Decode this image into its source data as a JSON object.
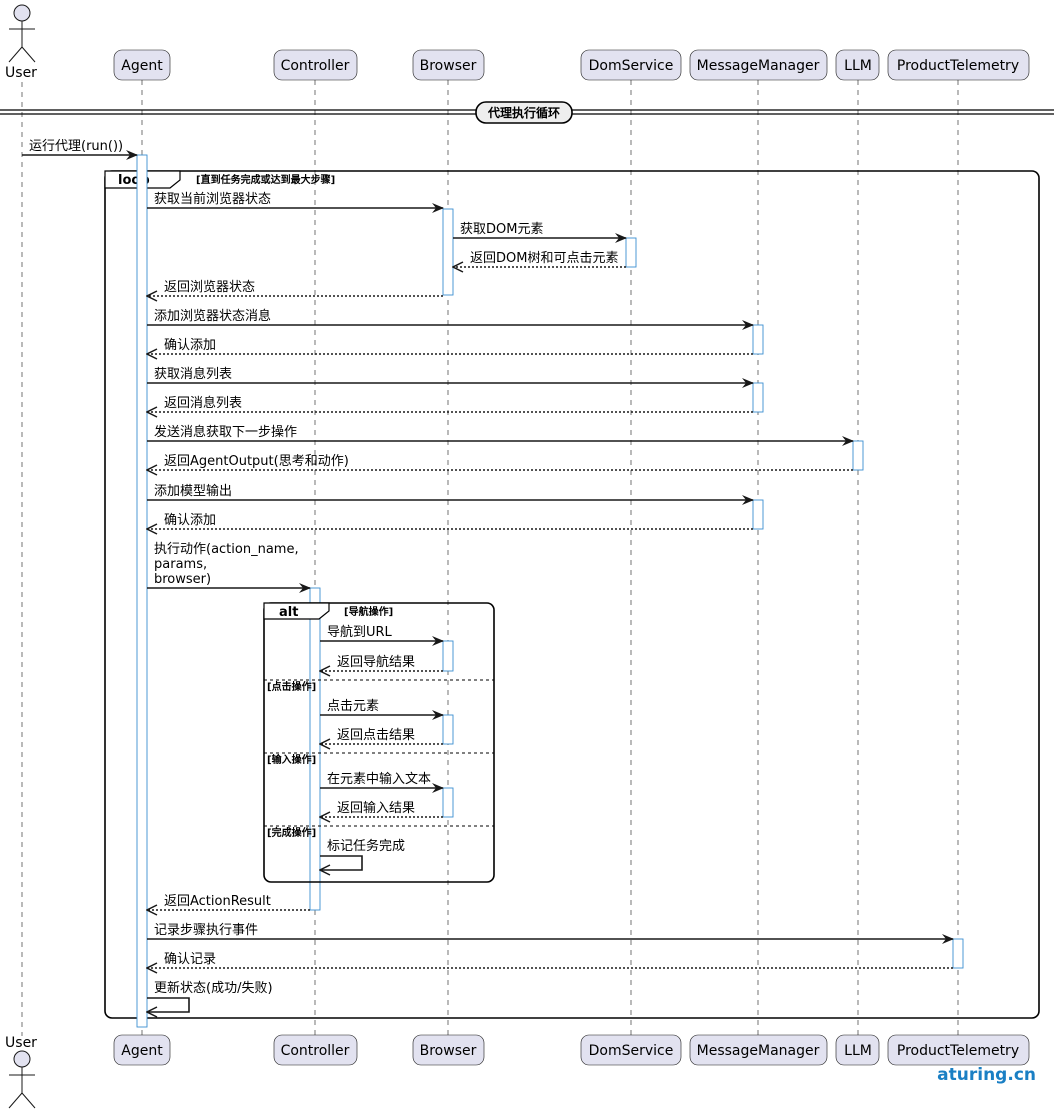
{
  "participants": {
    "user": "User",
    "agent": "Agent",
    "controller": "Controller",
    "browser": "Browser",
    "domservice": "DomService",
    "messagemanager": "MessageManager",
    "llm": "LLM",
    "producttelemetry": "ProductTelemetry"
  },
  "separator": "代理执行循环",
  "loop": {
    "keyword": "loop",
    "guard": "[直到任务完成或达到最大步骤]"
  },
  "alt": {
    "keyword": "alt",
    "guards": [
      "[导航操作]",
      "[点击操作]",
      "[输入操作]",
      "[完成操作]"
    ]
  },
  "messages": [
    {
      "from": "user",
      "to": "agent",
      "text": "运行代理(run())",
      "type": "sync"
    },
    {
      "from": "agent",
      "to": "browser",
      "text": "获取当前浏览器状态",
      "type": "sync"
    },
    {
      "from": "browser",
      "to": "domservice",
      "text": "获取DOM元素",
      "type": "sync"
    },
    {
      "from": "domservice",
      "to": "browser",
      "text": "返回DOM树和可点击元素",
      "type": "reply"
    },
    {
      "from": "browser",
      "to": "agent",
      "text": "返回浏览器状态",
      "type": "reply"
    },
    {
      "from": "agent",
      "to": "messagemanager",
      "text": "添加浏览器状态消息",
      "type": "sync"
    },
    {
      "from": "messagemanager",
      "to": "agent",
      "text": "确认添加",
      "type": "reply"
    },
    {
      "from": "agent",
      "to": "messagemanager",
      "text": "获取消息列表",
      "type": "sync"
    },
    {
      "from": "messagemanager",
      "to": "agent",
      "text": "返回消息列表",
      "type": "reply"
    },
    {
      "from": "agent",
      "to": "llm",
      "text": "发送消息获取下一步操作",
      "type": "sync"
    },
    {
      "from": "llm",
      "to": "agent",
      "text": "返回AgentOutput(思考和动作)",
      "type": "reply"
    },
    {
      "from": "agent",
      "to": "messagemanager",
      "text": "添加模型输出",
      "type": "sync"
    },
    {
      "from": "messagemanager",
      "to": "agent",
      "text": "确认添加",
      "type": "reply"
    },
    {
      "from": "agent",
      "to": "controller",
      "text": "执行动作(action_name,\nparams,\nbrowser)",
      "type": "sync"
    },
    {
      "from": "controller",
      "to": "browser",
      "text": "导航到URL",
      "type": "sync"
    },
    {
      "from": "browser",
      "to": "controller",
      "text": "返回导航结果",
      "type": "reply"
    },
    {
      "from": "controller",
      "to": "browser",
      "text": "点击元素",
      "type": "sync"
    },
    {
      "from": "browser",
      "to": "controller",
      "text": "返回点击结果",
      "type": "reply"
    },
    {
      "from": "controller",
      "to": "browser",
      "text": "在元素中输入文本",
      "type": "sync"
    },
    {
      "from": "browser",
      "to": "controller",
      "text": "返回输入结果",
      "type": "reply"
    },
    {
      "from": "controller",
      "to": "controller",
      "text": "标记任务完成",
      "type": "self"
    },
    {
      "from": "controller",
      "to": "agent",
      "text": "返回ActionResult",
      "type": "reply"
    },
    {
      "from": "agent",
      "to": "producttelemetry",
      "text": "记录步骤执行事件",
      "type": "sync"
    },
    {
      "from": "producttelemetry",
      "to": "agent",
      "text": "确认记录",
      "type": "reply"
    },
    {
      "from": "agent",
      "to": "agent",
      "text": "更新状态(成功/失败)",
      "type": "self"
    }
  ],
  "watermark": "aturing.cn"
}
